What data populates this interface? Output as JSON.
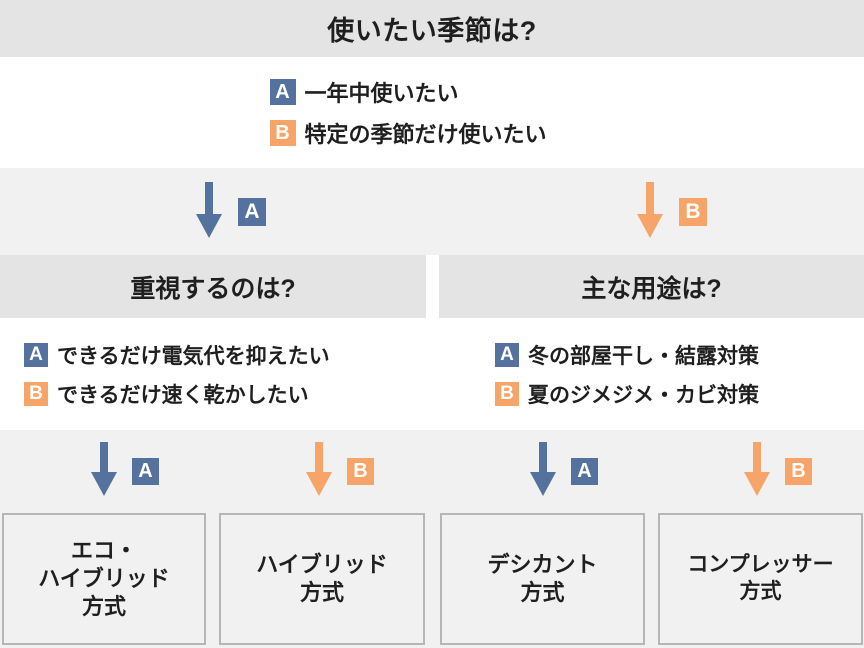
{
  "colors": {
    "badge_a": "#55729f",
    "badge_b": "#f7a469",
    "header_band": "#e4e4e4",
    "arrow_band": "#f1f1f1",
    "box_border": "#b6b6b6",
    "text": "#1f1f1f"
  },
  "level1": {
    "question": "使いたい季節は?",
    "options": [
      {
        "key": "A",
        "label": "一年中使いたい"
      },
      {
        "key": "B",
        "label": "特定の季節だけ使いたい"
      }
    ],
    "branch_labels": [
      {
        "key": "A",
        "arrow_color": "#55729f"
      },
      {
        "key": "B",
        "arrow_color": "#f7a469"
      }
    ]
  },
  "level2": {
    "panels": [
      {
        "question": "重視するのは?",
        "options": [
          {
            "key": "A",
            "label": "できるだけ電気代を抑えたい"
          },
          {
            "key": "B",
            "label": "できるだけ速く乾かしたい"
          }
        ]
      },
      {
        "question": "主な用途は?",
        "options": [
          {
            "key": "A",
            "label": "冬の部屋干し・結露対策"
          },
          {
            "key": "B",
            "label": "夏のジメジメ・カビ対策"
          }
        ]
      }
    ],
    "branch_labels": [
      {
        "key": "A",
        "arrow_color": "#55729f"
      },
      {
        "key": "B",
        "arrow_color": "#f7a469"
      },
      {
        "key": "A",
        "arrow_color": "#55729f"
      },
      {
        "key": "B",
        "arrow_color": "#f7a469"
      }
    ]
  },
  "results": [
    {
      "label": "エコ・\nハイブリッド\n方式"
    },
    {
      "label": "ハイブリッド\n方式"
    },
    {
      "label": "デシカント\n方式"
    },
    {
      "label": "コンプレッサー\n方式"
    }
  ]
}
